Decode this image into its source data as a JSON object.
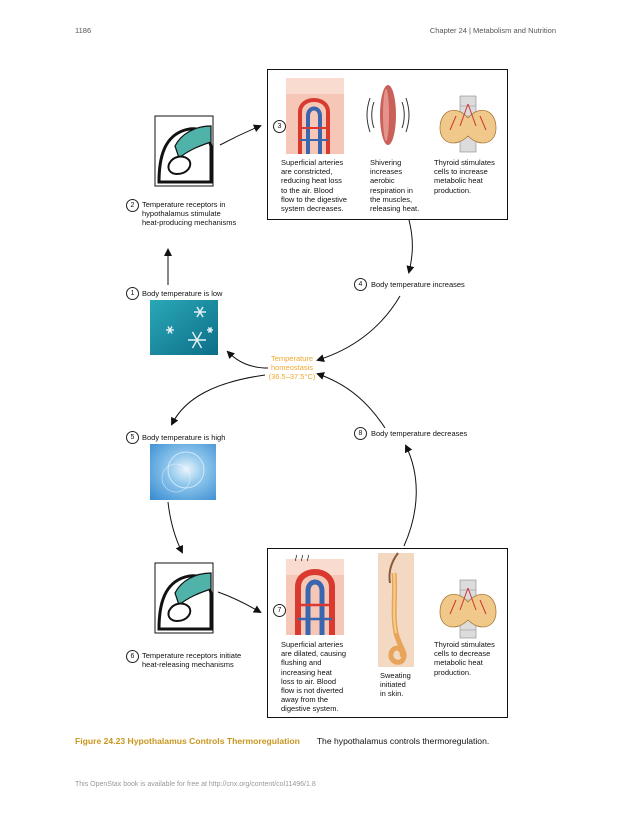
{
  "header": {
    "page_number": "1186",
    "chapter": "Chapter 24 | Metabolism and Nutrition"
  },
  "figure": {
    "center_label": [
      "Temperature",
      "homeostasis",
      "(36.5–37.5°C)"
    ],
    "steps": {
      "s1": {
        "num": "1",
        "text": "Body temperature is low"
      },
      "s2": {
        "num": "2",
        "lines": [
          "Temperature receptors in",
          "hypothalamus stimulate",
          "heat-producing mechanisms"
        ]
      },
      "s3": {
        "num": "3"
      },
      "s4": {
        "num": "4",
        "text": "Body temperature increases"
      },
      "s5": {
        "num": "5",
        "text": "Body temperature is high"
      },
      "s6": {
        "num": "6",
        "lines": [
          "Temperature receptors initiate",
          "heat-releasing mechanisms"
        ]
      },
      "s7": {
        "num": "7"
      },
      "s8": {
        "num": "8",
        "text": "Body temperature decreases"
      }
    },
    "top_panel": {
      "arteries": [
        "Superficial arteries",
        "are constricted,",
        "reducing heat loss",
        "to the air. Blood",
        "flow to the digestive",
        "system decreases."
      ],
      "shivering": [
        "Shivering",
        "increases",
        "aerobic",
        "respiration in",
        "the muscles,",
        "releasing heat."
      ],
      "thyroid": [
        "Thyroid stimulates",
        "cells to increase",
        "metabolic heat",
        "production."
      ]
    },
    "bottom_panel": {
      "arteries": [
        "Superficial arteries",
        "are dilated, causing",
        "flushing and",
        "increasing heat",
        "loss to air. Blood",
        "flow is not diverted",
        "away from the",
        "digestive system."
      ],
      "sweating": [
        "Sweating",
        "initiated",
        "in skin."
      ],
      "thyroid": [
        "Thyroid stimulates",
        "cells to decrease",
        "metabolic heat",
        "production."
      ]
    }
  },
  "caption": {
    "label": "Figure 24.23 Hypothalamus Controls Thermoregulation",
    "text": "The hypothalamus controls thermoregulation."
  },
  "footer": "This OpenStax book is available for free at http://cnx.org/content/col11496/1.8",
  "colors": {
    "caption_accent": "#c8961e",
    "center_label": "#f0a830",
    "artery_red": "#d9392e",
    "vein_blue": "#3a66b0"
  }
}
